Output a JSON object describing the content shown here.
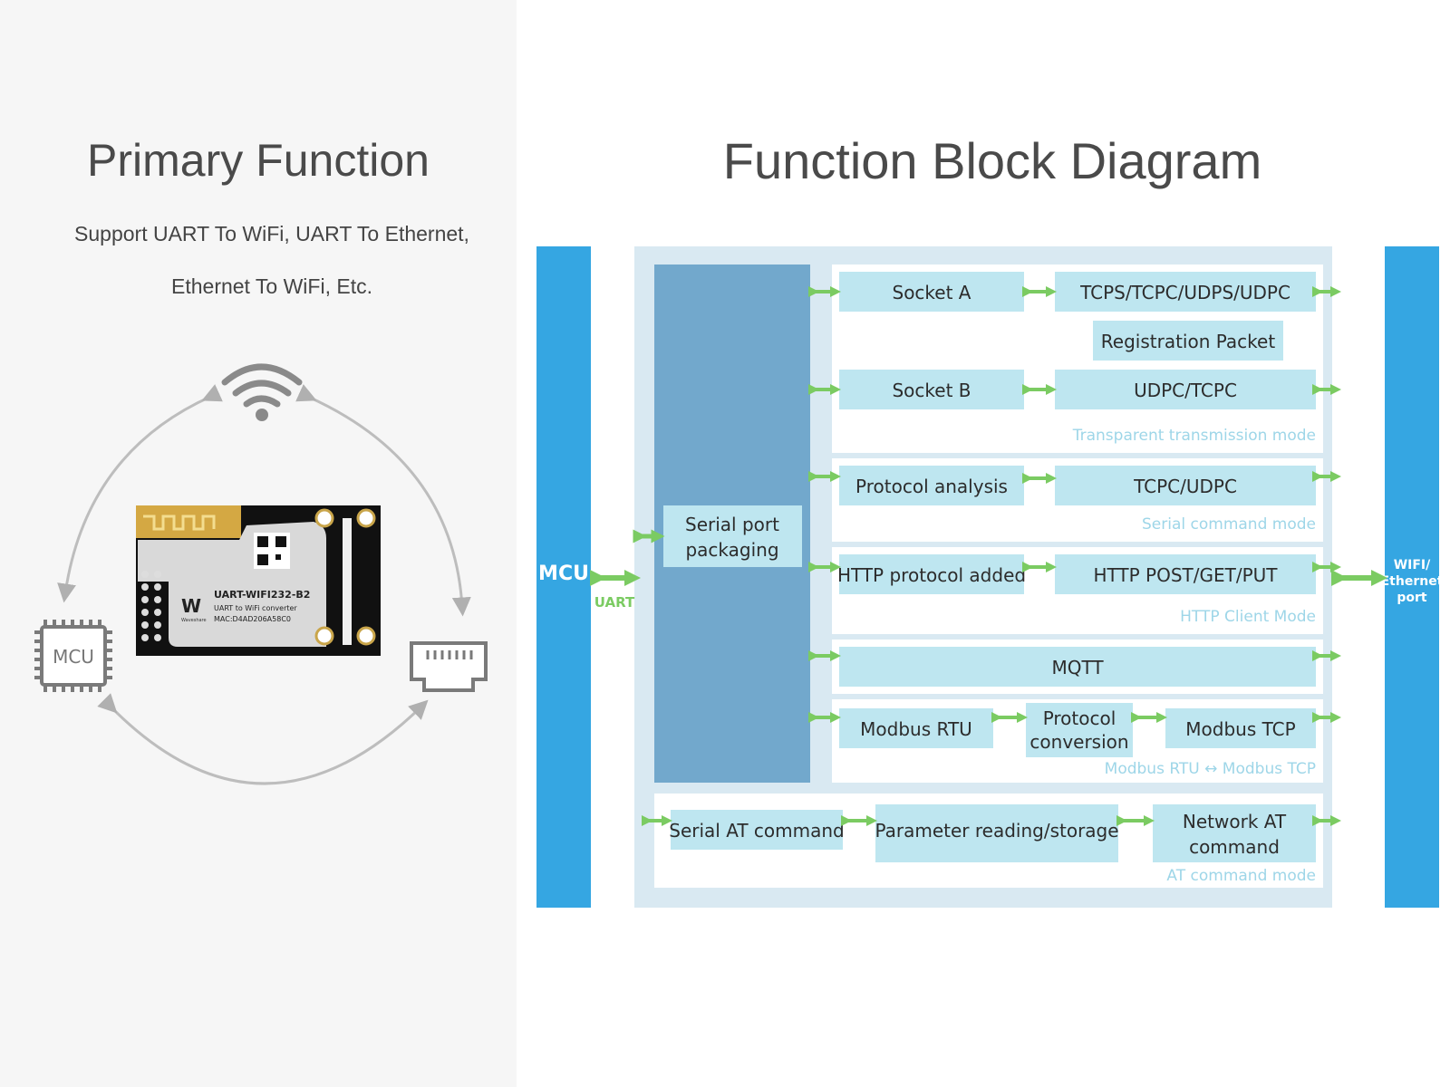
{
  "left": {
    "title": "Primary Function",
    "desc_line1": "Support UART To WiFi, UART To Ethernet,",
    "desc_line2": "Ethernet To WiFi, Etc.",
    "mcu_chip_label": "MCU",
    "board": {
      "model": "UART-WIFI232-B2",
      "subtitle": "UART to WiFi converter",
      "mac": "MAC:D4AD206A58C0",
      "brand": "Waveshare"
    }
  },
  "right": {
    "title": "Function Block Diagram",
    "mcu_label": "MCU",
    "uart_label": "UART",
    "wifi_port_line1": "WIFI/",
    "wifi_port_line2": "Ethernet",
    "wifi_port_line3": "port",
    "serial_port_line1": "Serial port",
    "serial_port_line2": "packaging",
    "socket_a": "Socket A",
    "tcps": "TCPS/TCPC/UDPS/UDPC",
    "registration_packet": "Registration Packet",
    "socket_b": "Socket B",
    "udpc_tcpc": "UDPC/TCPC",
    "transparent_mode": "Transparent transmission mode",
    "protocol_analysis": "Protocol analysis",
    "tcpc_udpc": "TCPC/UDPC",
    "serial_command_mode": "Serial command mode",
    "http_protocol_added": "HTTP protocol added",
    "http_post": "HTTP POST/GET/PUT",
    "http_client_mode": "HTTP Client Mode",
    "mqtt": "MQTT",
    "modbus_rtu": "Modbus RTU",
    "protocol_conversion_line1": "Protocol",
    "protocol_conversion_line2": "conversion",
    "modbus_tcp": "Modbus TCP",
    "modbus_mode": "Modbus RTU ↔ Modbus TCP",
    "serial_at": "Serial AT command",
    "param_rw": "Parameter reading/storage",
    "network_at_line1": "Network AT",
    "network_at_line2": "command",
    "at_mode": "AT command mode"
  },
  "colors": {
    "bar_blue": "#35a6e2",
    "serial_blue": "#72a8cc",
    "box": "#bee6f0",
    "panel": "#d9e9f2",
    "arrow_green": "#7bcb62",
    "mode_text": "#9ed6e8"
  }
}
